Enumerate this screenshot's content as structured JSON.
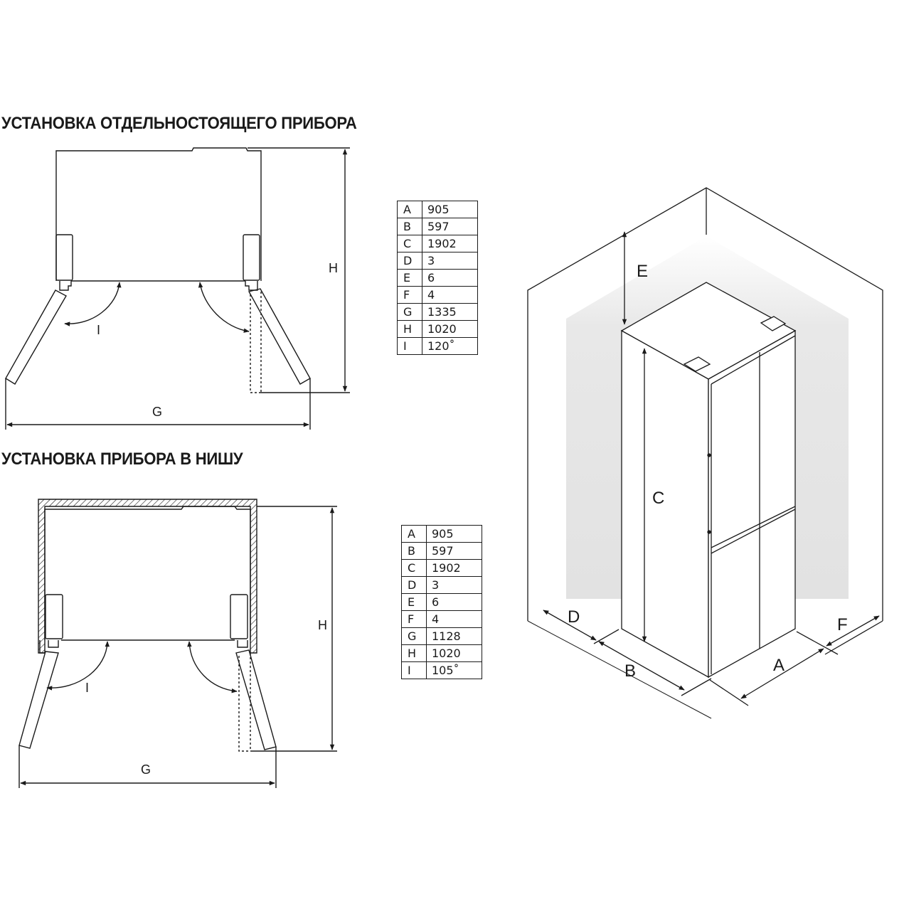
{
  "titles": {
    "freestanding": "УСТАНОВКА  ОТДЕЛЬНОСТОЯЩЕГО ПРИБОРА",
    "niche": "УСТАНОВКА ПРИБОРА В НИШУ"
  },
  "freestanding_table": [
    {
      "key": "A",
      "value": "905"
    },
    {
      "key": "B",
      "value": "597"
    },
    {
      "key": "C",
      "value": "1902"
    },
    {
      "key": "D",
      "value": "3"
    },
    {
      "key": "E",
      "value": "6"
    },
    {
      "key": "F",
      "value": "4"
    },
    {
      "key": "G",
      "value": "1335"
    },
    {
      "key": "H",
      "value": "1020"
    },
    {
      "key": "I",
      "value": "120˚"
    }
  ],
  "niche_table": [
    {
      "key": "A",
      "value": "905"
    },
    {
      "key": "B",
      "value": "597"
    },
    {
      "key": "C",
      "value": "1902"
    },
    {
      "key": "D",
      "value": "3"
    },
    {
      "key": "E",
      "value": "6"
    },
    {
      "key": "F",
      "value": "4"
    },
    {
      "key": "G",
      "value": "1128"
    },
    {
      "key": "H",
      "value": "1020"
    },
    {
      "key": "I",
      "value": "105˚"
    }
  ],
  "labels": {
    "top_h": "H",
    "top_g": "G",
    "top_i": "I",
    "bot_h": "H",
    "bot_g": "G",
    "bot_i": "I",
    "iso_a": "A",
    "iso_b": "B",
    "iso_c": "C",
    "iso_d": "D",
    "iso_e": "E",
    "iso_f": "F"
  }
}
